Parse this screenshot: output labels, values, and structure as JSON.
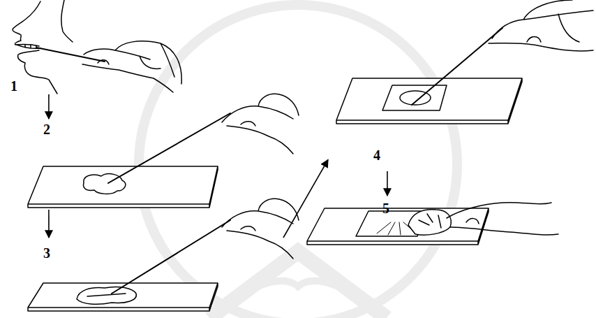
{
  "diagram": {
    "nodes": [
      {
        "text": [
          "1"
        ]
      },
      {
        "text": [
          "2"
        ]
      },
      {
        "text": [
          "3"
        ]
      },
      {
        "text": [
          "4"
        ]
      },
      {
        "text": [
          "5"
        ]
      }
    ],
    "edges": [
      {
        "from": 0,
        "to": 1,
        "arrow": "to"
      },
      {
        "from": 1,
        "to": 2,
        "arrow": "to"
      },
      {
        "from": 2,
        "to": 3,
        "arrow": "to"
      },
      {
        "from": 3,
        "to": 4,
        "arrow": "to"
      }
    ]
  }
}
